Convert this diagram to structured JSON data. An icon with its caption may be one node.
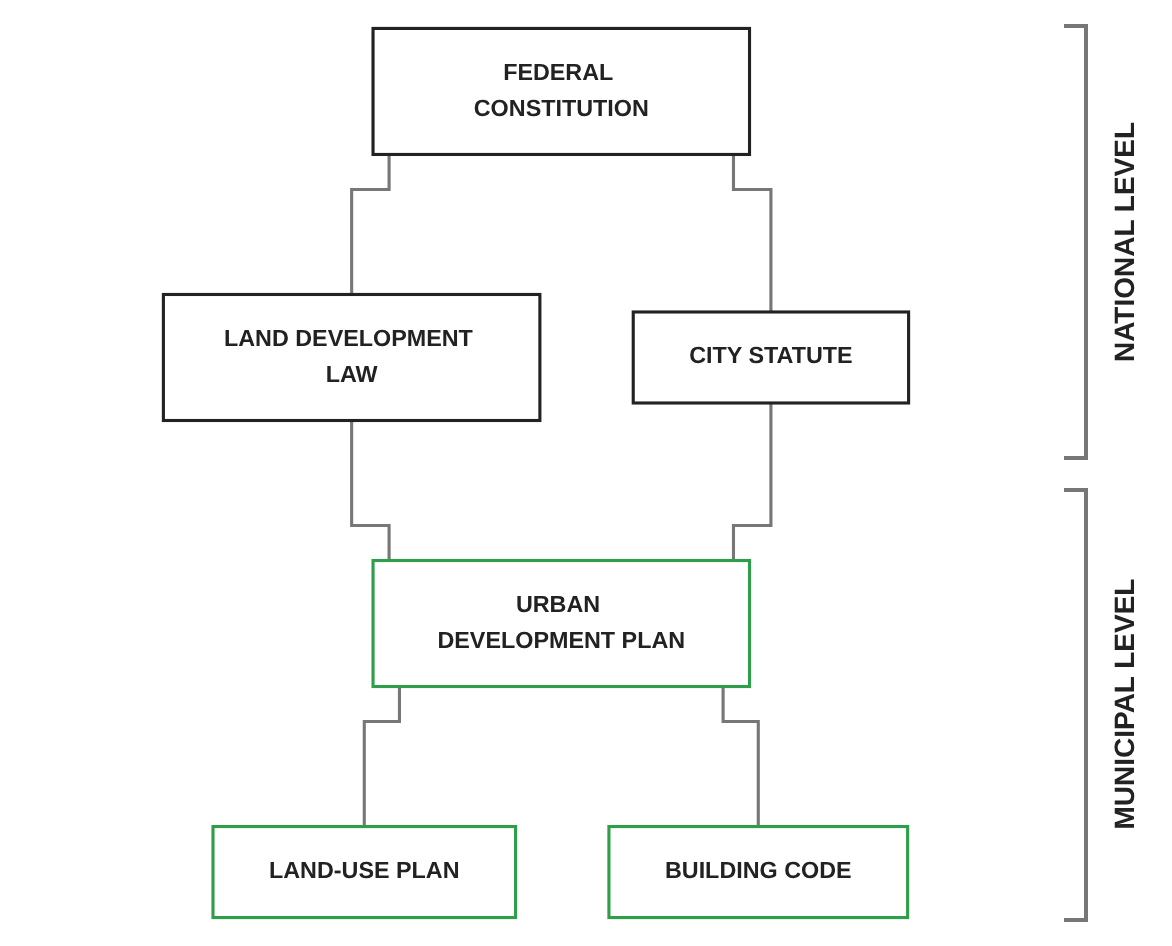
{
  "diagram": {
    "nodes": [
      {
        "text": [
          "FEDERAL CONSTITUTION"
        ]
      },
      {
        "text": [
          "LAND DEVELOPMENT LAW"
        ]
      },
      {
        "text": [
          "CITY STATUTE"
        ]
      },
      {
        "text": [
          "URBAN DEVELOPMENT PLAN"
        ]
      },
      {
        "text": [
          "LAND-USE PLAN"
        ]
      },
      {
        "text": [
          "BUILDING CODE"
        ]
      }
    ],
    "edges": [
      {
        "from": 0,
        "to": 1,
        "arrow": "none"
      },
      {
        "from": 0,
        "to": 2,
        "arrow": "none"
      },
      {
        "from": 1,
        "to": 3,
        "arrow": "none"
      },
      {
        "from": 2,
        "to": 3,
        "arrow": "none"
      },
      {
        "from": 3,
        "to": 4,
        "arrow": "none"
      },
      {
        "from": 3,
        "to": 5,
        "arrow": "none"
      }
    ],
    "labels": [
      "NATIONAL LEVEL",
      "MUNICIPAL LEVEL"
    ]
  }
}
